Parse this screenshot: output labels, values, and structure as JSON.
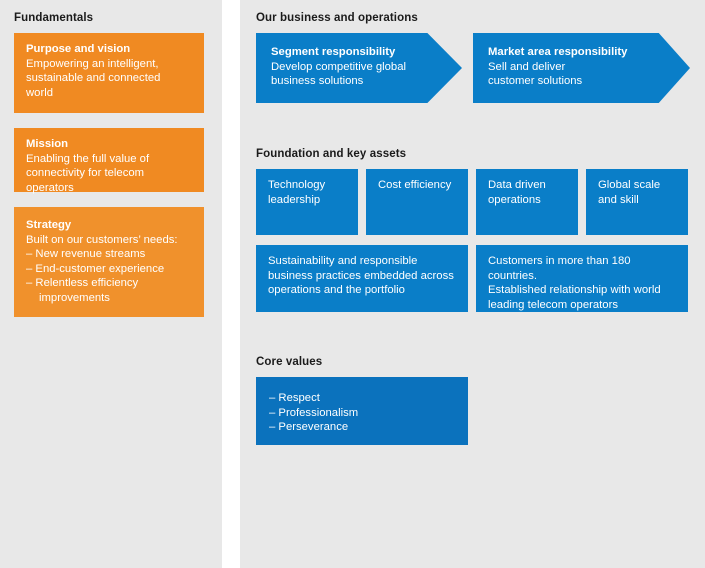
{
  "colors": {
    "panel_bg": "#e8e8e8",
    "page_bg": "#ffffff",
    "orange": "#f08a22",
    "orange_alt": "#f0912c",
    "blue": "#0a7ec8",
    "blue_dark": "#0b72bd",
    "heading_text": "#1b1b1b",
    "card_text": "#ffffff"
  },
  "left_panel": {
    "heading": "Fundamentals",
    "cards": [
      {
        "title": "Purpose and vision",
        "lines": [
          "Empowering an intelligent,",
          "sustainable and connected",
          "world"
        ]
      },
      {
        "title": "Mission",
        "lines": [
          "Enabling the full value of",
          "connectivity for telecom operators"
        ]
      },
      {
        "title": "Strategy",
        "lines": [
          "Built on our customers’ needs:"
        ],
        "bullets": [
          "– New revenue streams",
          "– End-customer experience",
          "– Relentless efficiency"
        ],
        "bullet_continuation": "improvements"
      }
    ]
  },
  "business_section": {
    "heading": "Our business and operations",
    "arrows": [
      {
        "title": "Segment responsibility",
        "lines": [
          "Develop competitive global",
          "business solutions"
        ]
      },
      {
        "title": "Market area responsibility",
        "lines": [
          "Sell and deliver",
          "customer solutions"
        ]
      }
    ]
  },
  "foundation_section": {
    "heading": "Foundation and key assets",
    "row_small": [
      {
        "lines": [
          "Technology",
          "leadership"
        ]
      },
      {
        "lines": [
          "Cost efficiency"
        ]
      },
      {
        "lines": [
          "Data driven",
          "operations"
        ]
      },
      {
        "lines": [
          "Global scale",
          "and skill"
        ]
      }
    ],
    "row_wide": [
      {
        "lines": [
          "Sustainability and responsible",
          "business practices embedded across",
          "operations and the portfolio"
        ]
      },
      {
        "lines": [
          "Customers in more than 180 countries.",
          "Established relationship with world",
          "leading telecom operators"
        ]
      }
    ]
  },
  "core_values_section": {
    "heading": "Core values",
    "values": [
      "– Respect",
      "– Professionalism",
      "– Perseverance"
    ]
  }
}
